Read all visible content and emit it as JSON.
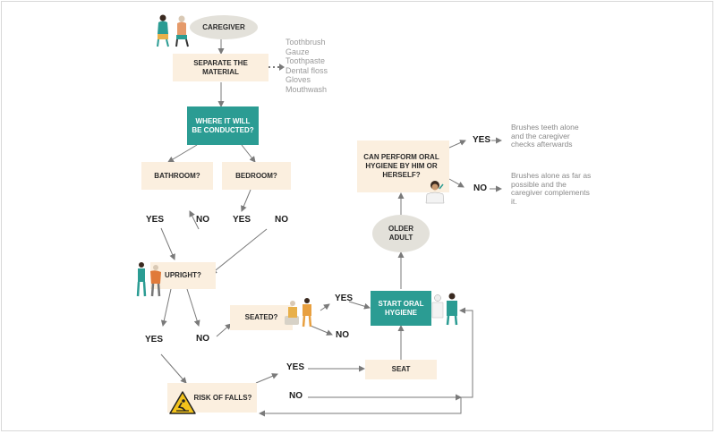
{
  "nodes": {
    "caregiver": "CAREGIVER",
    "separate": "SEPARATE THE MATERIAL",
    "where": "WHERE IT WILL BE CONDUCTED?",
    "bathroom": "BATHROOM?",
    "bedroom": "BEDROOM?",
    "upright": "UPRIGHT?",
    "seated": "SEATED?",
    "risk": "RISK OF FALLS?",
    "seat": "SEAT",
    "start": "START ORAL HYGIENE",
    "older": "OLDER ADULT",
    "can_perform": "CAN PERFORM ORAL HYGIENE BY HIM OR HERSELF?"
  },
  "materials": [
    "Toothbrush",
    "Gauze",
    "Toothpaste",
    "Dental floss",
    "Gloves",
    "Mouthwash"
  ],
  "labels": {
    "yes": "YES",
    "no": "NO"
  },
  "notes": {
    "yes_outcome": "Brushes teeth alone and the caregiver checks afterwards",
    "no_outcome": "Brushes alone as far as possible and the caregiver complements it."
  },
  "colors": {
    "teal": "#2b9c93",
    "beige": "#fbefdf",
    "oval": "#e3e1da",
    "warning": "#f2c21b"
  },
  "icons": [
    "caregiver-people-icon",
    "caregiver-patient-icon",
    "seated-people-icon",
    "oral-hygiene-people-icon",
    "older-adult-brushing-icon",
    "fall-warning-icon"
  ]
}
